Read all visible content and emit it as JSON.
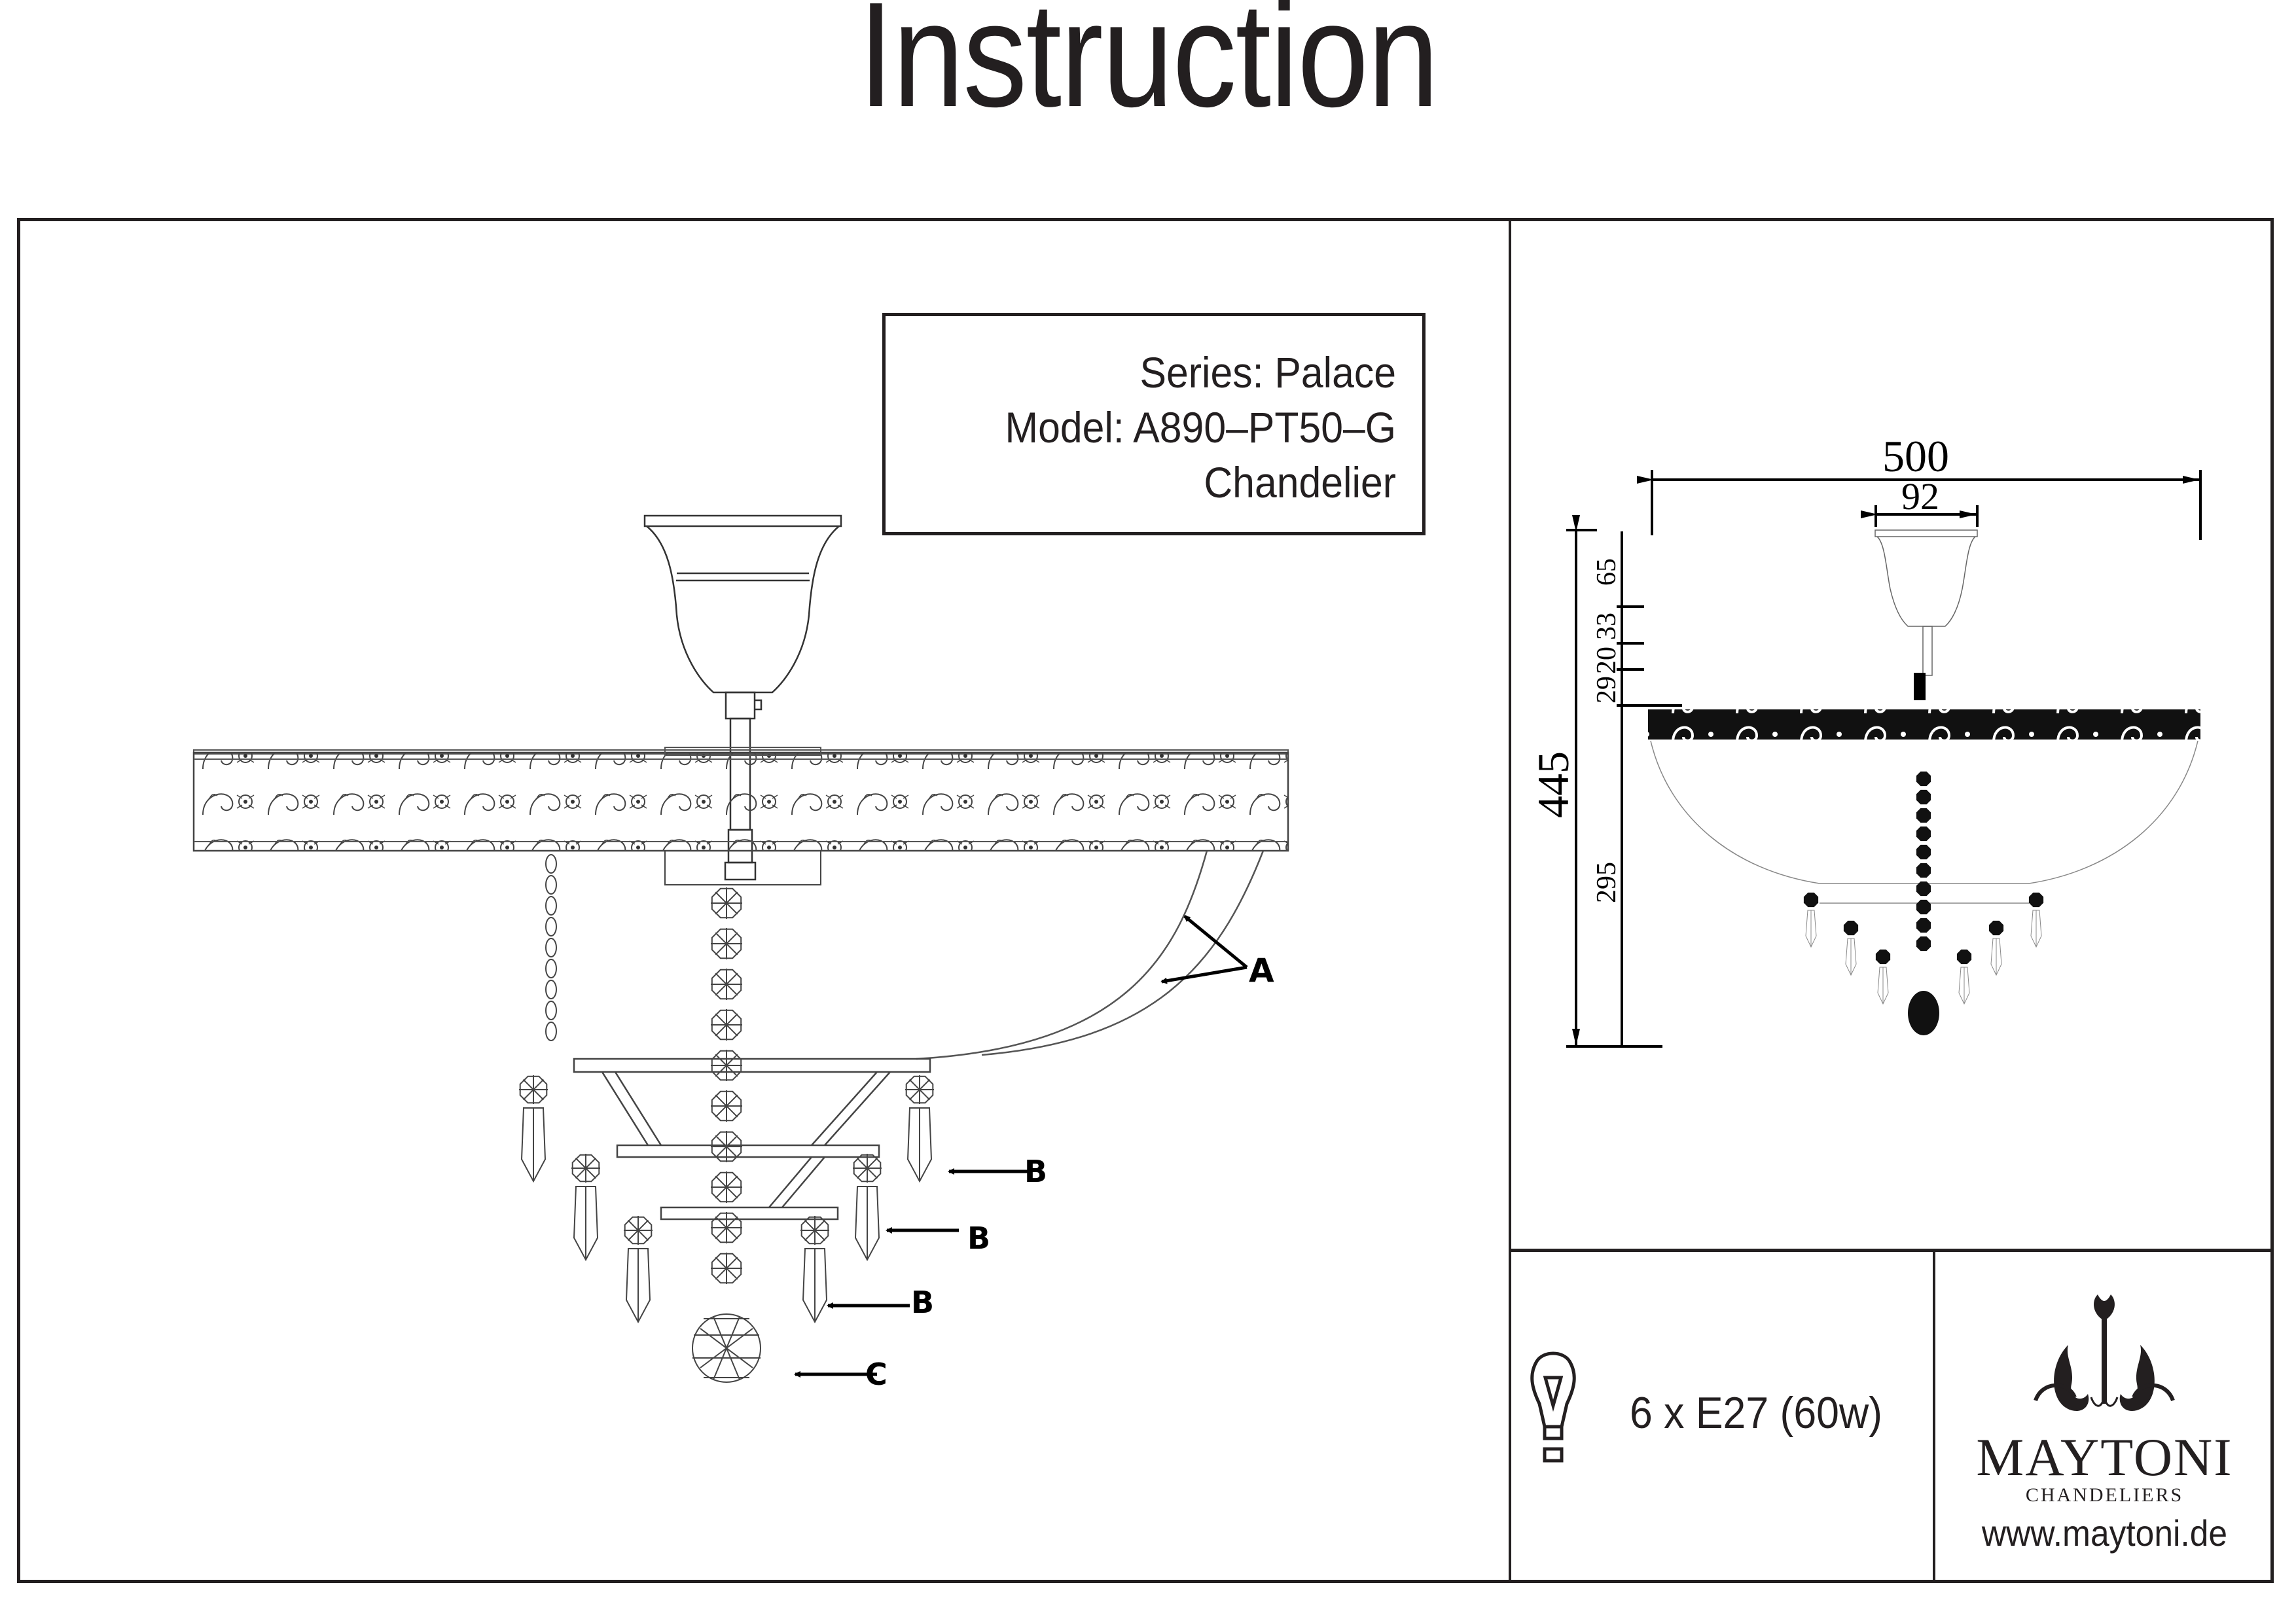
{
  "document": {
    "title": "Instruction"
  },
  "product_info": {
    "series": "Series: Palace",
    "model": "Model: A890–PT50–G",
    "type": "Chandelier"
  },
  "front_view": {
    "callouts": [
      {
        "label": "A",
        "part": "glass bowl shade"
      },
      {
        "label": "B",
        "part": "crystal prism pendant (outer tier)"
      },
      {
        "label": "B",
        "part": "crystal prism pendant (middle tier)"
      },
      {
        "label": "B",
        "part": "crystal prism pendant (inner tier)"
      },
      {
        "label": "C",
        "part": "crystal ball pendant"
      }
    ]
  },
  "dimension_drawing": {
    "units": "mm",
    "overall_width": "500",
    "canopy_width": "92",
    "overall_height": "445",
    "canopy_height": "65",
    "stem_segment": "33",
    "stem_lower": "20",
    "band_height": "29",
    "bowl_height": "295"
  },
  "lamp_spec": {
    "icon": "light-bulb-icon",
    "text": "6 x E27 (60w)"
  },
  "brand": {
    "logo_icon": "chandelier-ornament-icon",
    "name": "MAYTONI",
    "subtitle": "CHANDELIERS",
    "website": "www.maytoni.de"
  }
}
